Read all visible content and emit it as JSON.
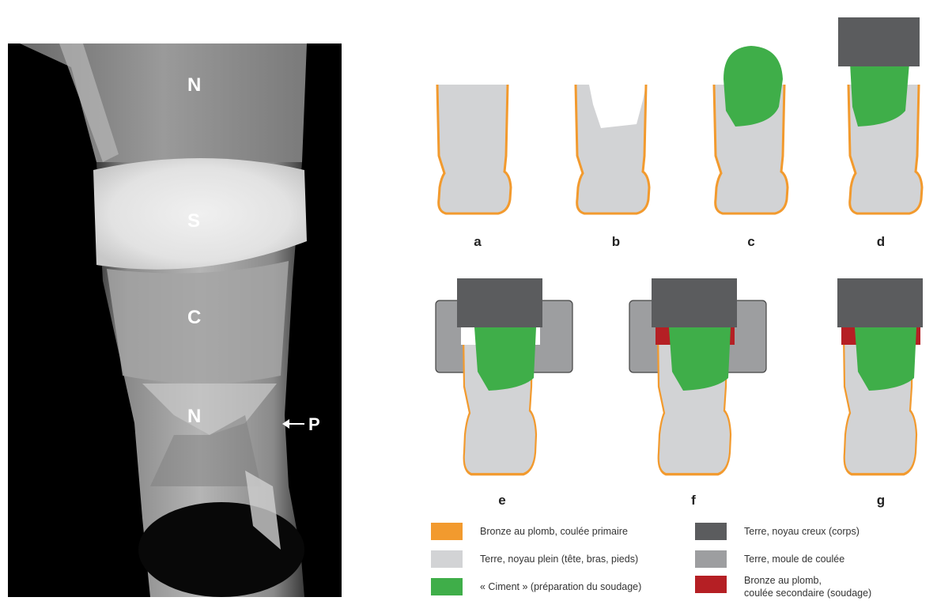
{
  "xray": {
    "labels": {
      "n_top": "N",
      "s": "S",
      "c": "C",
      "n_bottom": "N",
      "p": "P"
    }
  },
  "panels": [
    {
      "id": "a",
      "label": "a"
    },
    {
      "id": "b",
      "label": "b"
    },
    {
      "id": "c",
      "label": "c"
    },
    {
      "id": "d",
      "label": "d"
    },
    {
      "id": "e",
      "label": "e"
    },
    {
      "id": "f",
      "label": "f"
    },
    {
      "id": "g",
      "label": "g"
    }
  ],
  "colors": {
    "bronze_primary": "#f29a2e",
    "core_solid": "#d2d3d5",
    "ciment": "#3fae49",
    "core_hollow": "#5b5c5e",
    "mould": "#9d9ea0",
    "bronze_secondary": "#b51f24"
  },
  "legend": [
    {
      "key": "bronze_primary",
      "label": "Bronze au plomb, coulée primaire"
    },
    {
      "key": "core_solid",
      "label": "Terre, noyau plein (tête, bras, pieds)"
    },
    {
      "key": "ciment",
      "label": "« Ciment » (préparation du soudage)"
    },
    {
      "key": "core_hollow",
      "label": "Terre, noyau creux (corps)"
    },
    {
      "key": "mould",
      "label": "Terre, moule de coulée"
    },
    {
      "key": "bronze_secondary",
      "label_line1": "Bronze au plomb,",
      "label_line2": "coulée secondaire  (soudage)"
    }
  ]
}
